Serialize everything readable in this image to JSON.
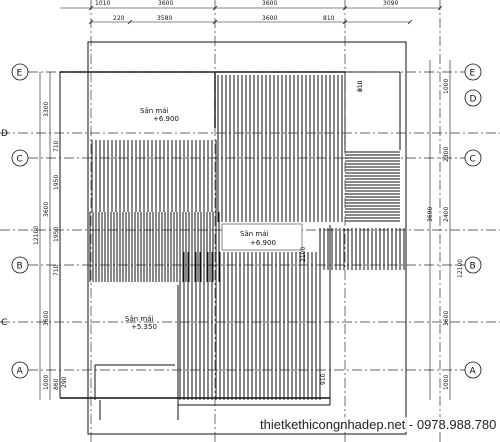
{
  "top_dims": [
    "1010",
    "3600",
    "3600",
    "3090"
  ],
  "top_sub_dims": [
    "220",
    "3580",
    "3600",
    "810"
  ],
  "left_dims": [
    "3300",
    "710",
    "1950",
    "3600",
    "1950",
    "710",
    "3600",
    "1000",
    "860",
    "290"
  ],
  "left_total": "12100",
  "right_dims": [
    "1000",
    "810",
    "2300",
    "3690",
    "2400",
    "3600",
    "1000"
  ],
  "right_total": "12100",
  "axes_left": [
    "E",
    "C",
    "B",
    "A"
  ],
  "axes_right": [
    "E",
    "D",
    "C",
    "B",
    "A"
  ],
  "axes_edge": [
    "D",
    "C"
  ],
  "rooms": [
    {
      "name": "Sân mái",
      "level": "+6.900"
    },
    {
      "name": "Sân mái",
      "level": "+6.900"
    },
    {
      "name": "Sân mái",
      "level": "+5.350"
    }
  ],
  "mid_dims": [
    "2100",
    "910",
    "910"
  ],
  "watermark": "thietkethicongnhadep.net - 0978.988.780"
}
